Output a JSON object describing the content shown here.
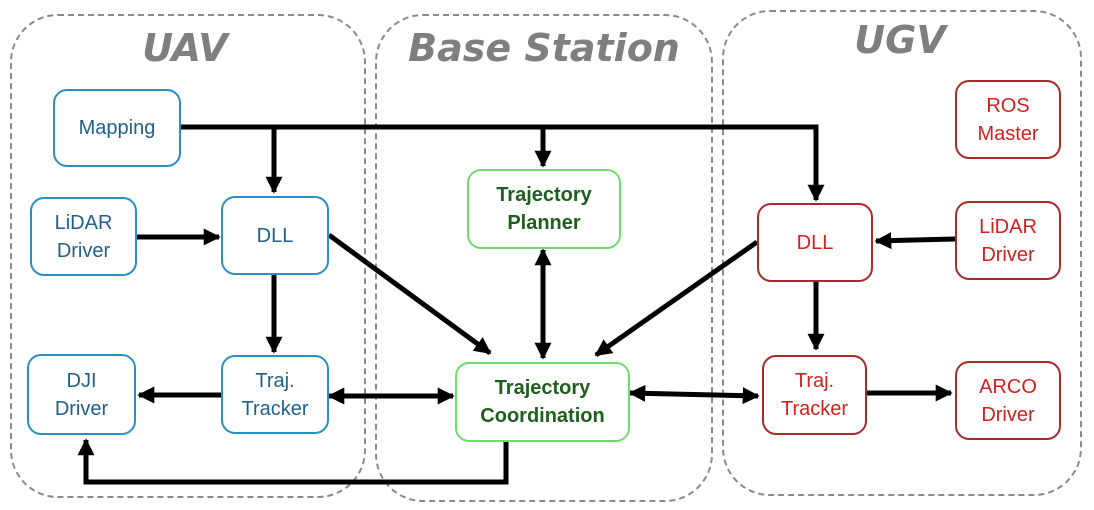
{
  "zones": {
    "uav": {
      "title": "UAV"
    },
    "base": {
      "title": "Base Station"
    },
    "ugv": {
      "title": "UGV"
    }
  },
  "nodes": {
    "mapping": "Mapping",
    "lidar_uav": "LiDAR\nDriver",
    "dll_uav": "DLL",
    "dji": "DJI\nDriver",
    "tracker_uav": "Traj.\nTracker",
    "planner": "Trajectory\nPlanner",
    "coordination": "Trajectory\nCoordination",
    "ros_master": "ROS\nMaster",
    "dll_ugv": "DLL",
    "lidar_ugv": "LiDAR\nDriver",
    "tracker_ugv": "Traj.\nTracker",
    "arco": "ARCO\nDriver"
  },
  "colors": {
    "uav_border": "#2990c2",
    "uav_text": "#1f5f8a",
    "base_border": "#6ddc6d",
    "base_text": "#1e5e1e",
    "ugv_border": "#a82b2b",
    "ugv_text": "#d41f1f",
    "zone_border": "#8a8a8a",
    "arrow": "#000000"
  }
}
